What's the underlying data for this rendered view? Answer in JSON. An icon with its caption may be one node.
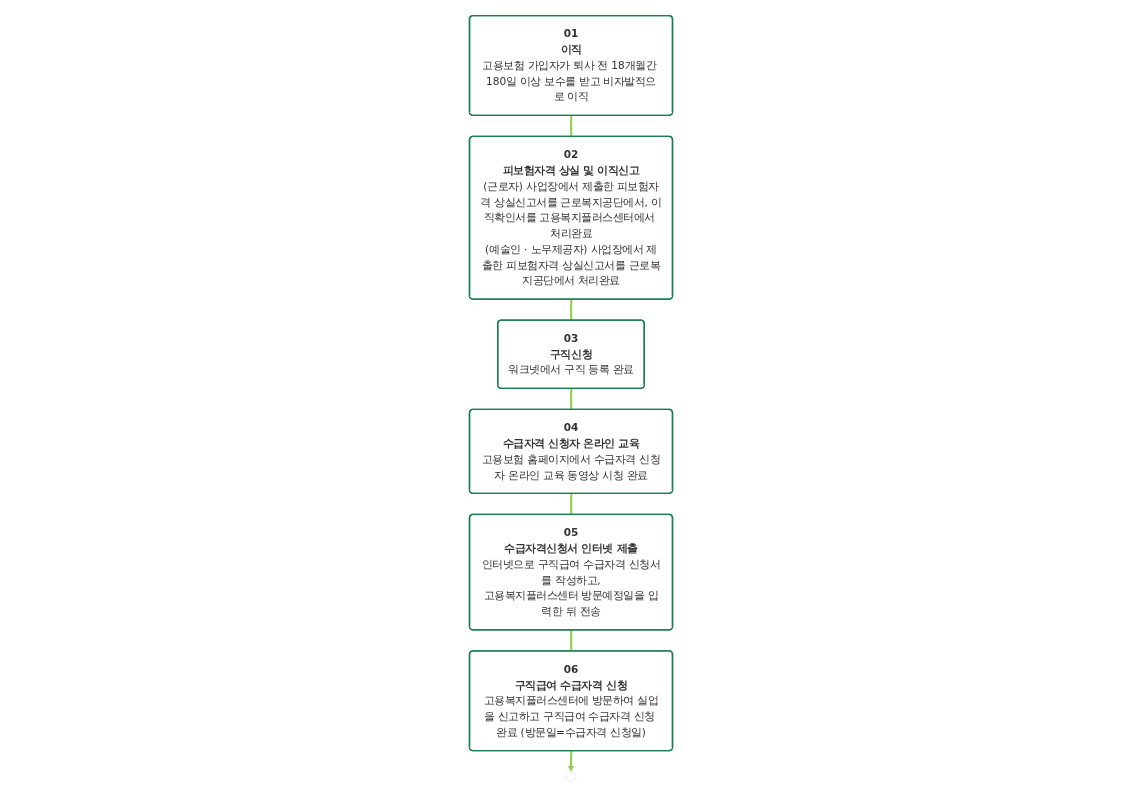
{
  "diagram": {
    "nodes": [
      {
        "text": [
          "01",
          "이직",
          "고용보험 가입자가 퇴사 전 18개월간 180일 이상 보수를 받고 비자발적으로 이직"
        ]
      },
      {
        "text": [
          "02",
          "피보험자격 상실 및 이직신고",
          "(근로자) 사업장에서 제출한 피보험자격 상실신고서를 근로복지공단에서, 이직확인서를 고용복지플러스센터에서 처리완료",
          "(예술인 · 노무제공자) 사업장에서 제출한 피보험자격 상실신고서를 근로복지공단에서 처리완료"
        ]
      },
      {
        "text": [
          "03",
          "구직신청",
          "워크넷에서 구직 등록 완료"
        ]
      },
      {
        "text": [
          "04",
          "수급자격 신청자 온라인 교육",
          "고용보험 홈페이지에서 수급자격 신청자 온라인 교육 동영상 시청 완료"
        ]
      },
      {
        "text": [
          "05",
          "수급자격신청서 인터넷 제출",
          "인터넷으로 구직급여 수급자격 신청서를 작성하고,",
          "고용복지플러스센터 방문예정일을 입력한 뒤 전송"
        ]
      },
      {
        "text": [
          "06",
          "구직급여 수급자격 신청",
          "고용복지플러스센터에 방문하여 실업을 신고하고 구직급여 수급자격 신청 완료 (방문일=수급자격 신청일)"
        ]
      }
    ],
    "edges": [
      {
        "from": 0,
        "to": 1,
        "arrow": "none"
      },
      {
        "from": 1,
        "to": 2,
        "arrow": "none"
      },
      {
        "from": 2,
        "to": 3,
        "arrow": "none"
      },
      {
        "from": 3,
        "to": 4,
        "arrow": "none"
      },
      {
        "from": 4,
        "to": 5,
        "arrow": "none"
      },
      {
        "from": 5,
        "to": null,
        "arrow": "to"
      }
    ]
  }
}
